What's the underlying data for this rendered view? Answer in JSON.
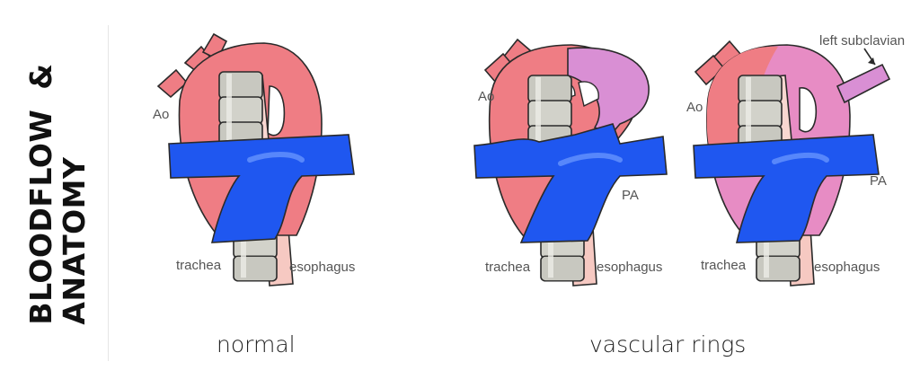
{
  "side_title": {
    "line1": "BLOODFLOW",
    "amp": "&",
    "line2": "ANATOMY"
  },
  "panels": [
    {
      "ao": "Ao",
      "trachea": "trachea",
      "esophagus": "esophagus"
    },
    {
      "ao": "Ao",
      "pa": "PA",
      "trachea": "trachea",
      "esophagus": "esophagus"
    },
    {
      "ao": "Ao",
      "pa": "PA",
      "trachea": "trachea",
      "esophagus": "esophagus",
      "subclavian": "left subclavian"
    }
  ],
  "captions": {
    "normal": "normal",
    "rings": "vascular rings"
  },
  "colors": {
    "aorta": "#ef7d84",
    "aorta_light": "#f5a3a8",
    "arch_purple": "#d98fd4",
    "pulmonary": "#1f57f0",
    "trachea": "#c8c8c0",
    "esophagus": "#f6c9c2"
  }
}
